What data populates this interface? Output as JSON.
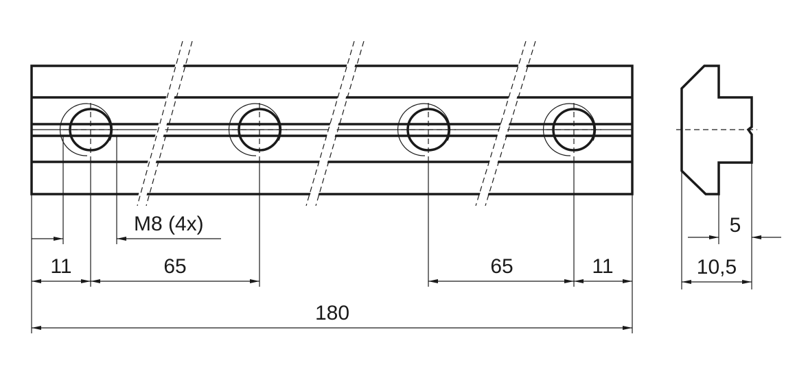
{
  "labels": {
    "thread": "M8 (4x)",
    "dim_left_edge": "11",
    "dim_left_pitch": "65",
    "dim_right_pitch": "65",
    "dim_right_edge": "11",
    "dim_total": "180",
    "dim_profile_step": "5",
    "dim_profile_width": "10,5"
  },
  "colors": {
    "fill": "#d3d3d3",
    "line": "#1a1a1a"
  }
}
